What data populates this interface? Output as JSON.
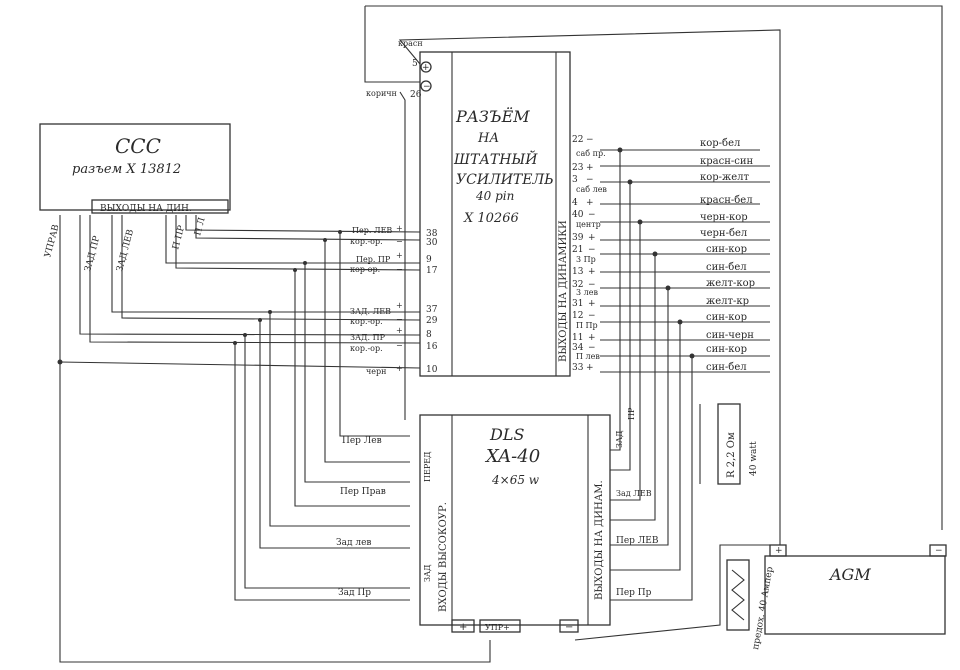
{
  "ccc": {
    "title": "CCC",
    "subtitle": "разъем  X 13812",
    "outputs_label": "ВЫХОДЫ НА ДИН.",
    "taps": [
      "УПРАВ",
      "ЗАД ПР",
      "ЗАД ЛЕВ",
      "П ПР",
      "П Л"
    ]
  },
  "amp_connector": {
    "title_lines": [
      "РАЗЪЁМ",
      "НА",
      "ШТАТНЫЙ",
      "УСИЛИТЕЛЬ",
      "40 pin"
    ],
    "code": "X 10266",
    "side_label": "ВЫХОДЫ НА ДИНАМИКИ",
    "top_pins": [
      {
        "num": "5",
        "sign": "+",
        "wire": "красн"
      },
      {
        "num": "26",
        "sign": "−",
        "wire": "коричн"
      }
    ],
    "left_pins": [
      {
        "num": "38",
        "sign": "+",
        "name": "Пер. ЛЕВ",
        "color": "кор.-ор."
      },
      {
        "num": "30",
        "sign": "−",
        "name": "",
        "color": ""
      },
      {
        "num": "9",
        "sign": "+",
        "name": "Пер. ПР",
        "color": "кор-ор."
      },
      {
        "num": "17",
        "sign": "−",
        "name": "",
        "color": ""
      },
      {
        "num": "37",
        "sign": "+",
        "name": "ЗАД. ЛЕВ",
        "color": "кор.-ор."
      },
      {
        "num": "29",
        "sign": "−",
        "name": "",
        "color": ""
      },
      {
        "num": "8",
        "sign": "+",
        "name": "ЗАД. ПР",
        "color": "кор.-ор."
      },
      {
        "num": "16",
        "sign": "−",
        "name": "",
        "color": ""
      },
      {
        "num": "10",
        "sign": "+",
        "name": "",
        "color": "черн"
      }
    ],
    "right_pins": [
      {
        "num": "22",
        "sign": "−",
        "name": "",
        "color": "кор-бел"
      },
      {
        "num": "",
        "sign": "",
        "name": "саб пр.",
        "color": "красн-син"
      },
      {
        "num": "23",
        "sign": "+",
        "name": "",
        "color": "кор-желт"
      },
      {
        "num": "3",
        "sign": "−",
        "name": "саб лев",
        "color": ""
      },
      {
        "num": "4",
        "sign": "+",
        "name": "",
        "color": "красн-бел"
      },
      {
        "num": "40",
        "sign": "−",
        "name": "центр",
        "color": "черн-кор"
      },
      {
        "num": "39",
        "sign": "+",
        "name": "",
        "color": "черн-бел"
      },
      {
        "num": "21",
        "sign": "−",
        "name": "3 Пр",
        "color": "син-кор"
      },
      {
        "num": "13",
        "sign": "+",
        "name": "",
        "color": "син-бел"
      },
      {
        "num": "32",
        "sign": "−",
        "name": "3 лев",
        "color": "желт-кор"
      },
      {
        "num": "31",
        "sign": "+",
        "name": "",
        "color": "желт-кр"
      },
      {
        "num": "12",
        "sign": "−",
        "name": "П Пр",
        "color": "син-кор"
      },
      {
        "num": "11",
        "sign": "+",
        "name": "",
        "color": "син-черн"
      },
      {
        "num": "34",
        "sign": "−",
        "name": "П лев",
        "color": "син-кор"
      },
      {
        "num": "33",
        "sign": "+",
        "name": "",
        "color": "син-бел"
      }
    ]
  },
  "dls": {
    "title": "DLS",
    "model": "XA-40",
    "power": "4×65 w",
    "inputs_label": "ВХОДЫ ВЫСОКОУР.",
    "outputs_label": "ВЫХОДЫ НА ДИНАМ.",
    "left_tags": [
      "ПЕРЕД",
      "ЗАД"
    ],
    "right_tags": [
      "ЗАД",
      "ПР"
    ],
    "input_labels": [
      "Пер Лев",
      "Пер Прав",
      "Зад лев",
      "Зад Пр"
    ],
    "output_labels": [
      "Зад ЛЕВ",
      "Пер ЛЕВ",
      "Пер Пр"
    ],
    "terminals": {
      "plus": "+",
      "remote": "УПР+",
      "minus": "−"
    }
  },
  "resistor": {
    "label": "R 2,2 Ом",
    "watts": "40 watt"
  },
  "fuse": {
    "label": "предох. 40 Ампер"
  },
  "battery": {
    "label": "AGM",
    "plus": "+",
    "minus": "−"
  }
}
